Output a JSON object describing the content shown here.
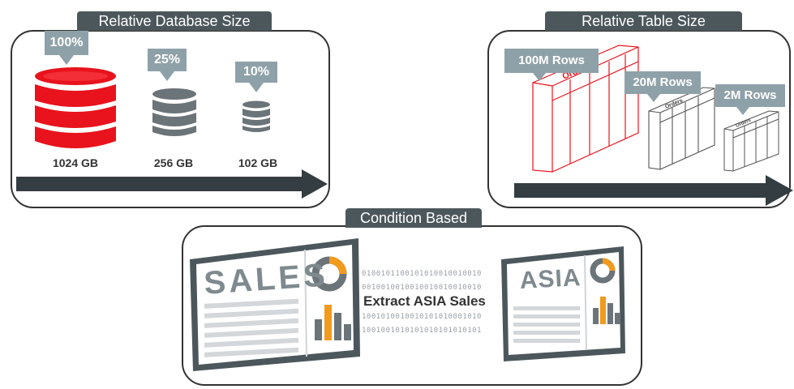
{
  "panels": {
    "database": {
      "title": "Relative Database Size",
      "items": [
        {
          "percent": "100%",
          "size": "1024 GB",
          "color": "#e8131c"
        },
        {
          "percent": "25%",
          "size": "256 GB",
          "color": "#6b7478"
        },
        {
          "percent": "10%",
          "size": "102 GB",
          "color": "#6b7478"
        }
      ]
    },
    "table": {
      "title": "Relative Table Size",
      "items": [
        {
          "rows": "100M Rows",
          "table_name": "Orders",
          "color": "#e8131c"
        },
        {
          "rows": "20M Rows",
          "table_name": "Orders",
          "color": "#555555"
        },
        {
          "rows": "2M Rows",
          "table_name": "Orders",
          "color": "#555555"
        }
      ]
    },
    "condition": {
      "title": "Condition Based",
      "left_screen_label": "SALES",
      "right_screen_label": "ASIA",
      "extract_label": "Extract ASIA Sales",
      "binary_lines": [
        "0100101100101010010010010",
        "0010010010010010010010010",
        "1001010010010101010001010",
        "1001001010101010101010101"
      ]
    }
  },
  "colors": {
    "red": "#e8131c",
    "gray": "#6b7478",
    "dark": "#333d42",
    "title_bg": "#4c575c",
    "callout": "#8fa1a8"
  }
}
